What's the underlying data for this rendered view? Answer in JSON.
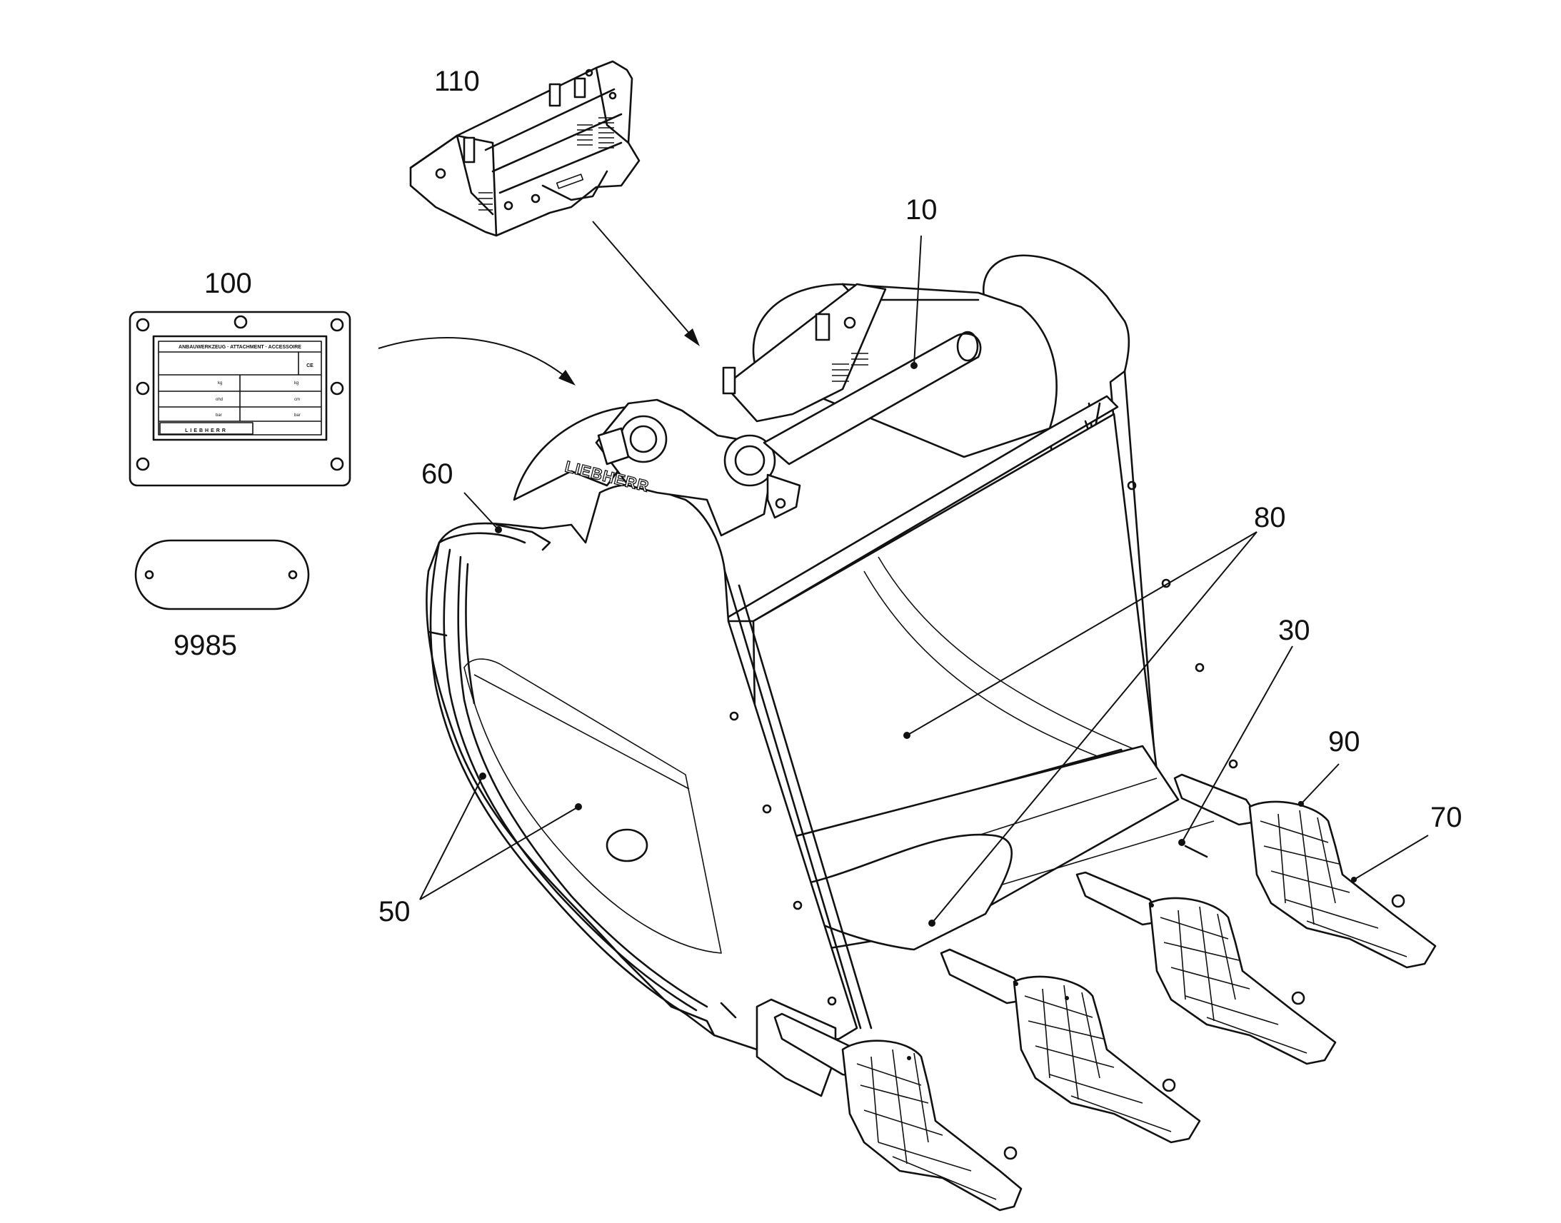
{
  "reference_numerals": {
    "r110": "110",
    "r100": "100",
    "r10": "10",
    "r60": "60",
    "r80": "80",
    "r30": "30",
    "r90": "90",
    "r70": "70",
    "r50": "50",
    "r9985": "9985"
  },
  "nameplate": {
    "header": "ANBAUWERKZEUG · ATTACHMENT · ACCESSOIRE",
    "ce_mark": "CE",
    "unit_left_1": "kg",
    "unit_right_1": "kg",
    "unit_left_2": "ohd",
    "unit_right_2": "cm",
    "unit_left_3": "bar",
    "unit_right_3": "bar",
    "brand": "LIEBHERR"
  },
  "bucket_logo": "LIEBHERR",
  "colors": {
    "ink": "#111111",
    "paper": "#ffffff"
  }
}
